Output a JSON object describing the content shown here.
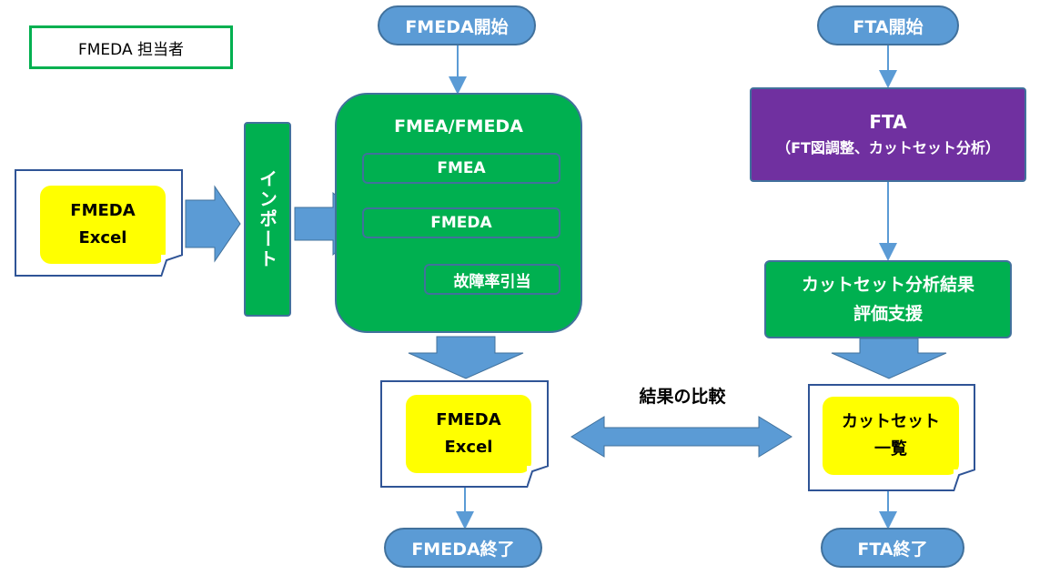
{
  "legend": {
    "label": "FMEDA 担当者"
  },
  "fmeda_flow": {
    "start": "FMEDA開始",
    "input_doc": {
      "line1": "FMEDA",
      "line2": "Excel"
    },
    "import": "インポート",
    "main_box": {
      "title": "FMEA/FMEDA",
      "items": [
        "FMEA",
        "FMEDA",
        "故障率引当"
      ]
    },
    "output_doc": {
      "line1": "FMEDA",
      "line2": "Excel"
    },
    "end": "FMEDA終了"
  },
  "fta_flow": {
    "start": "FTA開始",
    "process": {
      "title": "FTA",
      "subtitle": "（FT図調整、カットセット分析）"
    },
    "support": {
      "line1": "カットセット分析結果",
      "line2": "評価支援"
    },
    "output_doc": {
      "line1": "カットセット",
      "line2": "一覧"
    },
    "end": "FTA終了"
  },
  "comparison": {
    "label": "結果の比較"
  },
  "colors": {
    "pill": "#5b9bd5",
    "green": "#00b050",
    "purple": "#7030a0",
    "yellow": "#ffff00",
    "arrow": "#5b9bd5",
    "border": "#41719c"
  }
}
